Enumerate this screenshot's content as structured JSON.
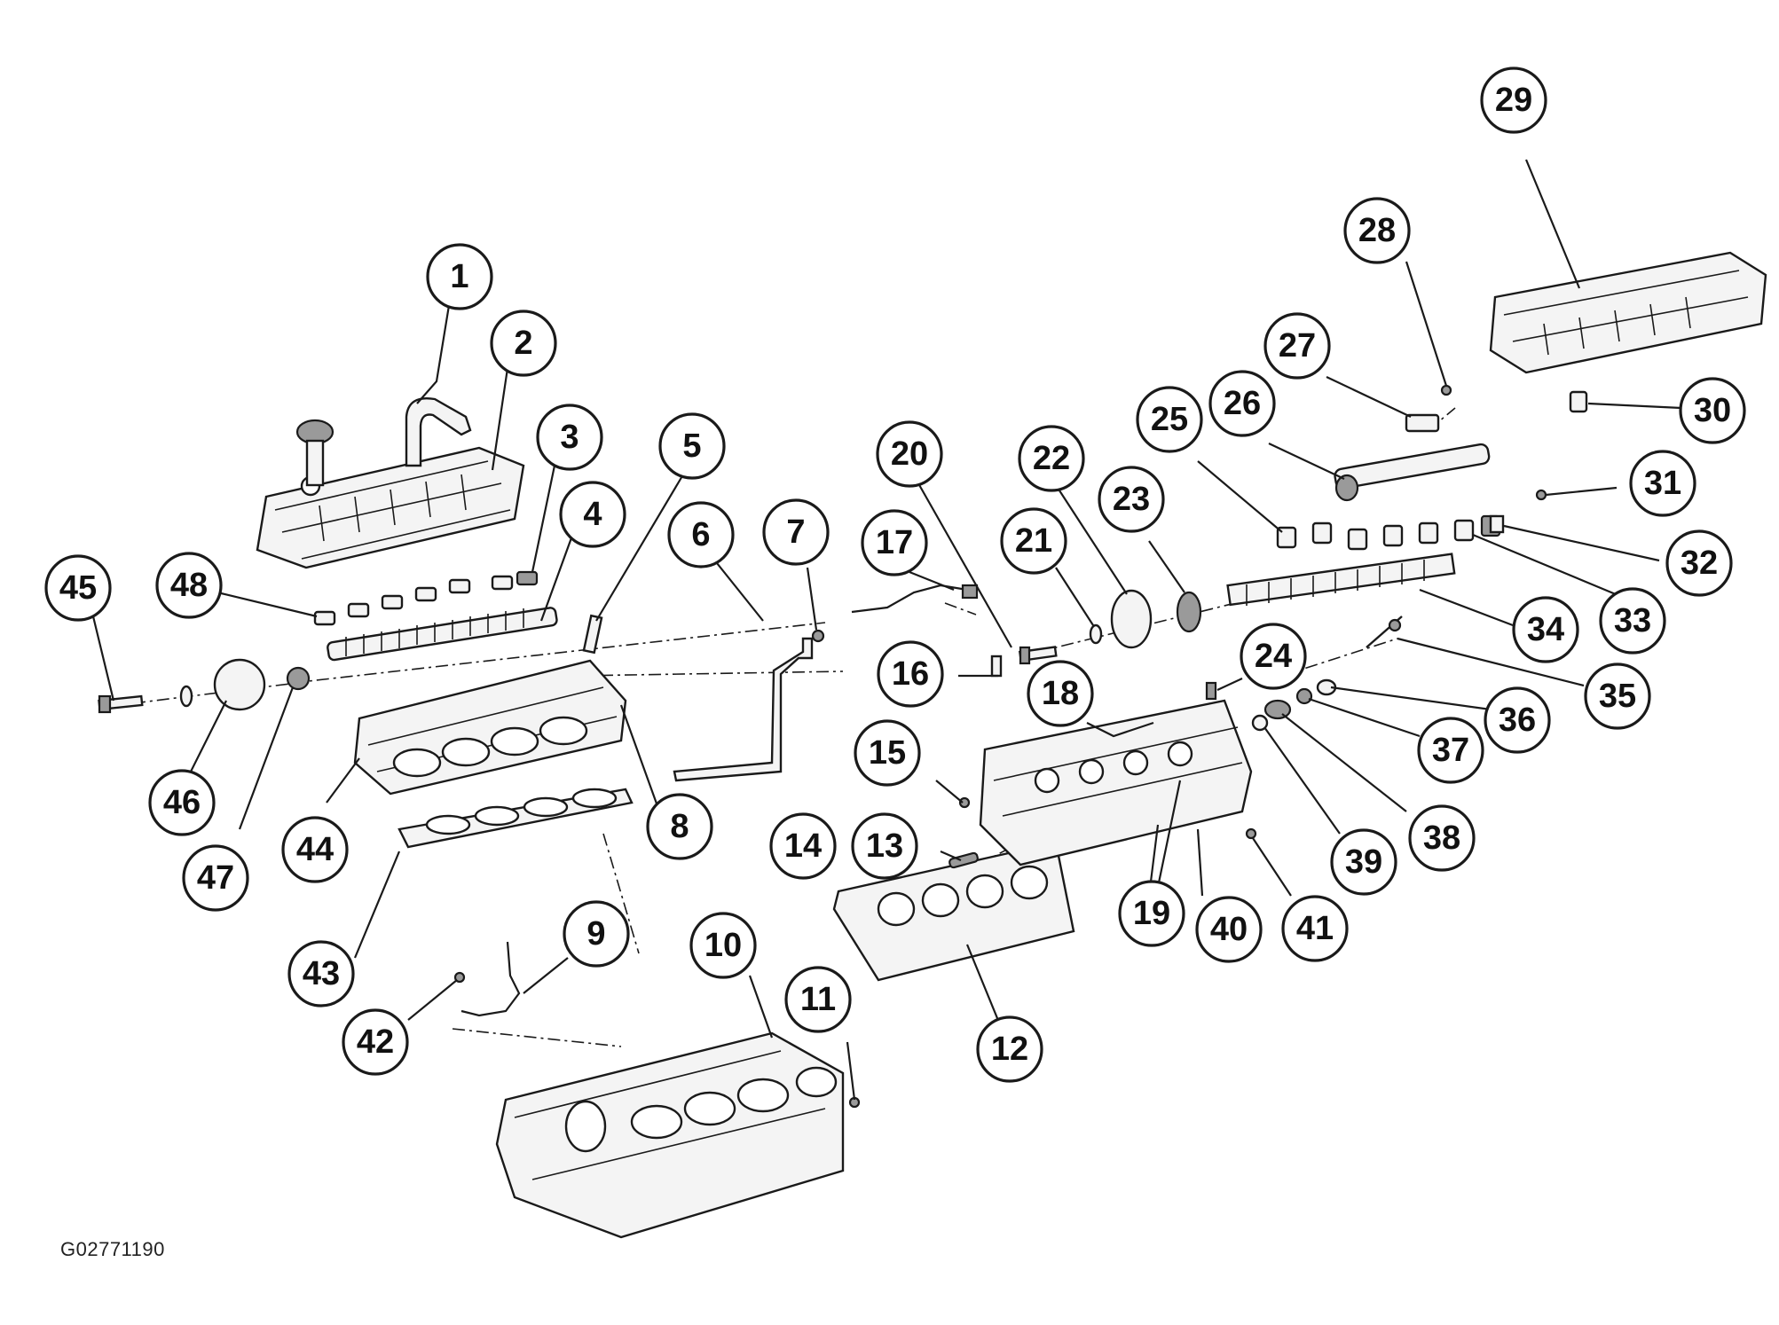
{
  "figure_id": "G02771190",
  "callouts": [
    "1",
    "2",
    "3",
    "4",
    "5",
    "6",
    "7",
    "8",
    "9",
    "10",
    "11",
    "12",
    "13",
    "14",
    "15",
    "16",
    "17",
    "18",
    "19",
    "20",
    "21",
    "22",
    "23",
    "24",
    "25",
    "26",
    "27",
    "28",
    "29",
    "30",
    "31",
    "32",
    "33",
    "34",
    "35",
    "36",
    "37",
    "38",
    "39",
    "40",
    "41",
    "42",
    "43",
    "44",
    "45",
    "46",
    "47",
    "48"
  ]
}
